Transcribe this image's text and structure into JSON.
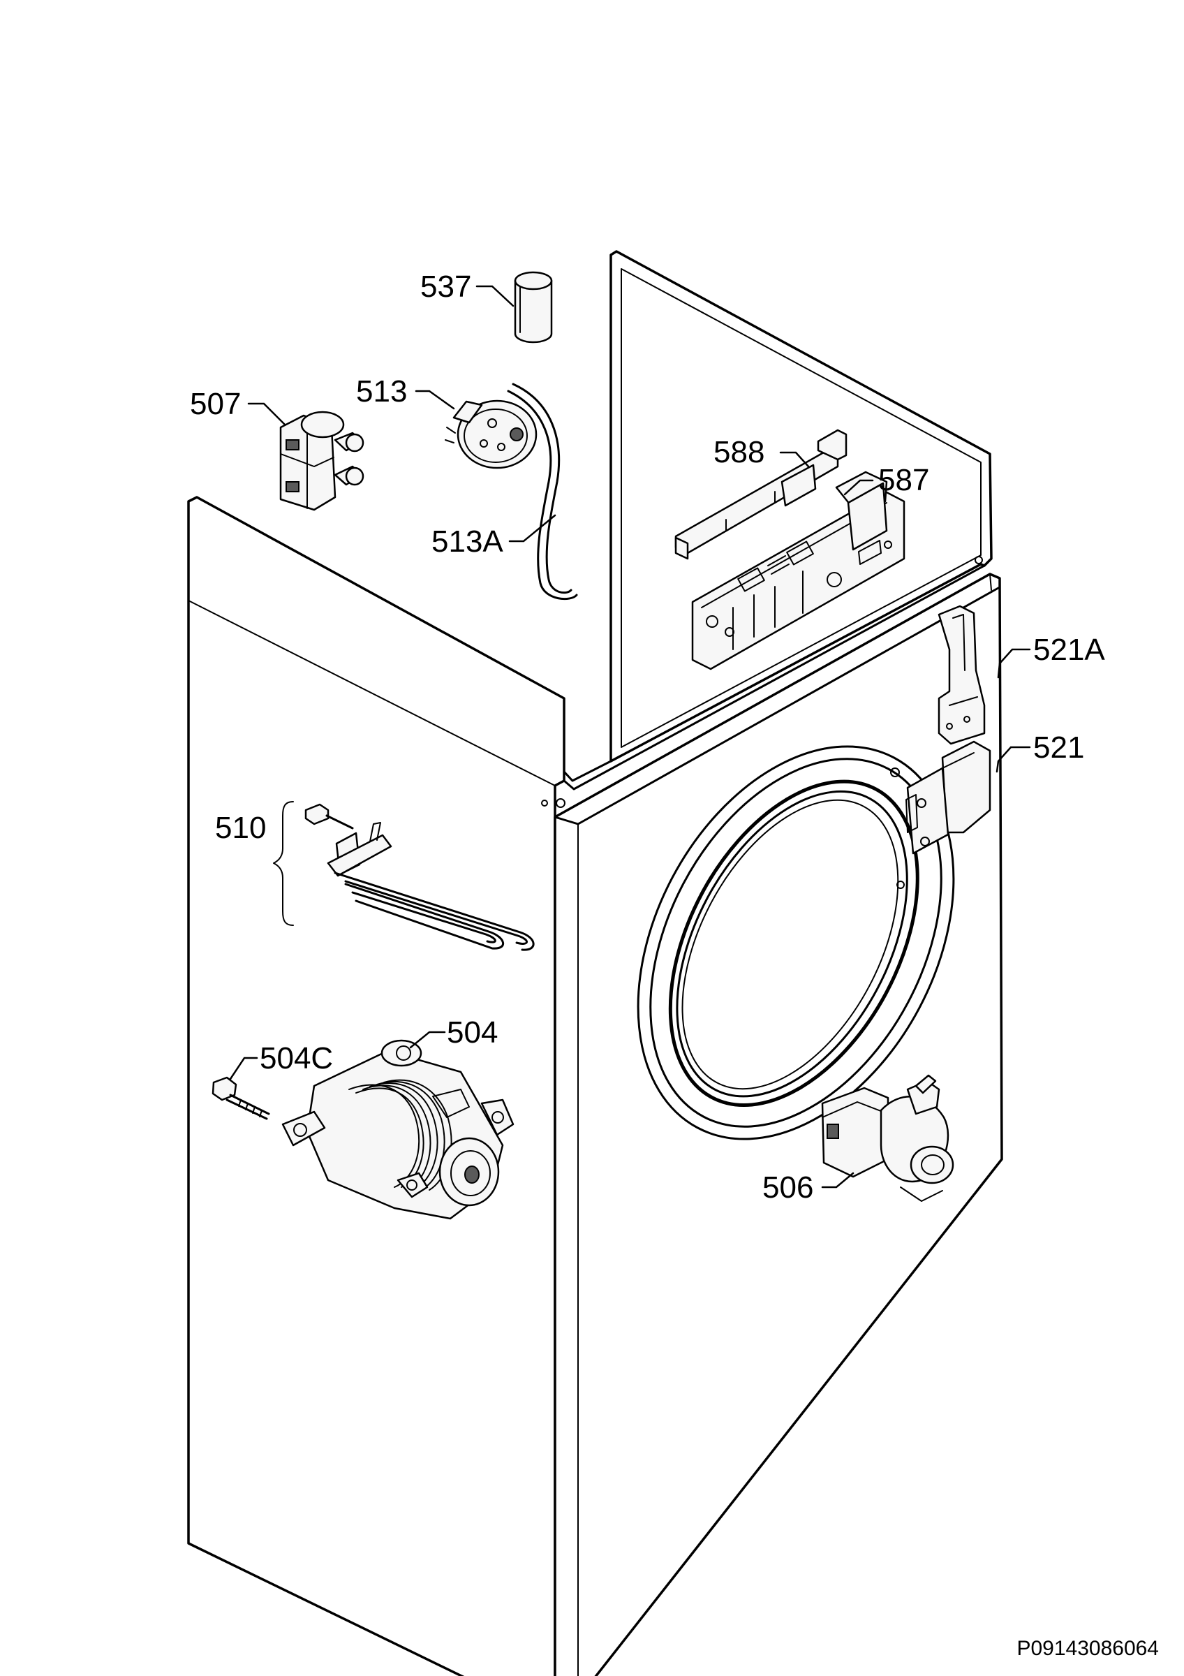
{
  "diagram": {
    "labels": {
      "l537": "537",
      "l507": "507",
      "l513": "513",
      "l513a": "513A",
      "l588": "588",
      "l587": "587",
      "l521a": "521A",
      "l521": "521",
      "l510": "510",
      "l504": "504",
      "l504c": "504C",
      "l506": "506"
    },
    "reference": "P09143086064"
  }
}
